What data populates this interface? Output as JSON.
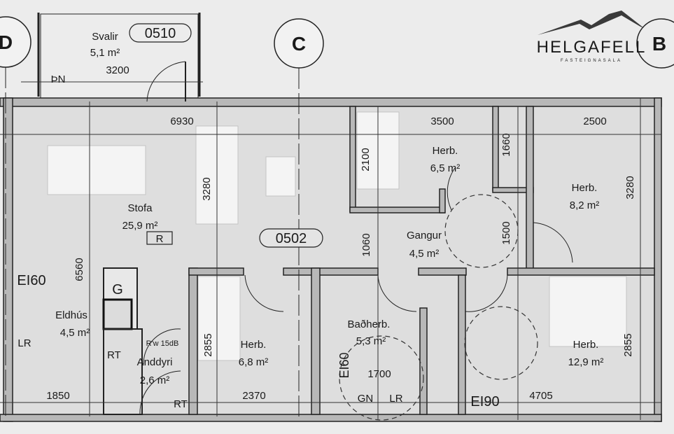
{
  "logo": {
    "name": "HELGAFELL",
    "tagline": "FASTEIGNASALA"
  },
  "grid_markers": [
    "D",
    "C",
    "B"
  ],
  "room_tags": {
    "balcony": "0510",
    "apartment": "0502"
  },
  "rooms": [
    {
      "name": "Svalir",
      "area": "5,1 m²"
    },
    {
      "name": "Stofa",
      "area": "25,9 m²"
    },
    {
      "name": "Eldhús",
      "area": "4,5 m²"
    },
    {
      "name": "Anddyri",
      "area": "2,6 m²"
    },
    {
      "name": "Herb.",
      "area": "6,8 m²"
    },
    {
      "name": "Herb.",
      "area": "6,5 m²"
    },
    {
      "name": "Herb.",
      "area": "8,2 m²"
    },
    {
      "name": "Gangur",
      "area": "4,5 m²"
    },
    {
      "name": "Baðherb.",
      "area": "5,3 m²"
    },
    {
      "name": "Herb.",
      "area": "12,9 m²"
    }
  ],
  "dimensions": [
    "3200",
    "6930",
    "3280",
    "6560",
    "1850",
    "2855",
    "2370",
    "3500",
    "2100",
    "1660",
    "2500",
    "3280",
    "1060",
    "1500",
    "1700",
    "4705",
    "2855"
  ],
  "annotations": {
    "thn": "ÞN",
    "r_box": "R",
    "g_box": "G",
    "ei60_left": "EI60",
    "ei60_bath": "EI60",
    "ei90": "EI90",
    "lr_kitchen": "LR",
    "lr_bath": "LR",
    "gn": "GN",
    "rt_1": "RT",
    "rt_2": "RT",
    "sound": "R'w 15dB"
  }
}
